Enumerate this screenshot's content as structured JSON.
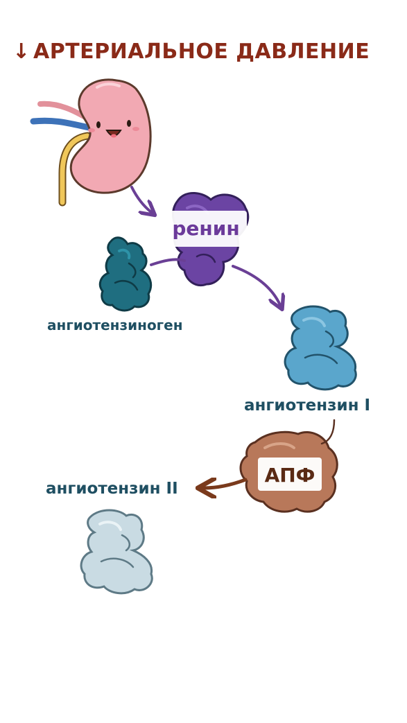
{
  "title": {
    "arrow": "↓",
    "text": "АРТЕРИАЛЬНОЕ ДАВЛЕНИЕ"
  },
  "nodes": {
    "kidney": {
      "icon": "kidney-icon"
    },
    "renin": {
      "label": "ренин",
      "icon": "renin-protein-icon"
    },
    "angiotensinogen": {
      "label": "ангиотензиноген",
      "icon": "angiotensinogen-protein-icon"
    },
    "angiotensin1": {
      "label": "ангиотензин I",
      "icon": "angiotensin-1-protein-icon"
    },
    "ace": {
      "label": "АПФ",
      "icon": "ace-protein-icon"
    },
    "angiotensin2": {
      "label": "ангиотензин II",
      "icon": "angiotensin-2-protein-icon"
    }
  },
  "colors": {
    "title": "#8a2a18",
    "kidney": "#f2a9b3",
    "renin": "#6b44a3",
    "renin_label": "#6b3a9a",
    "angiotensinogen": "#1f6e80",
    "angiotensin1": "#5aa6cc",
    "angiotensin2": "#c9dbe3",
    "ace": "#b8785a",
    "label_teal": "#1f4f62",
    "arrow_purple": "#6a3f95",
    "arrow_brown": "#7a3a1c"
  }
}
